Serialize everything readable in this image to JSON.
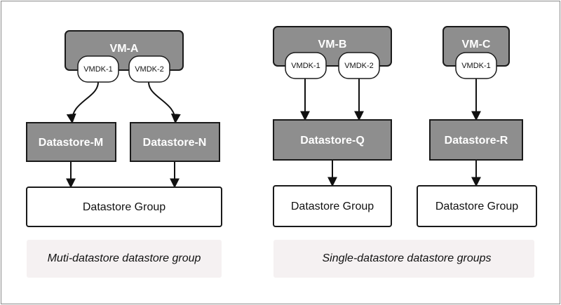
{
  "vms": [
    {
      "label": "VM-A",
      "disks": [
        "VMDK-1",
        "VMDK-2"
      ]
    },
    {
      "label": "VM-B",
      "disks": [
        "VMDK-1",
        "VMDK-2"
      ]
    },
    {
      "label": "VM-C",
      "disks": [
        "VMDK-1"
      ]
    }
  ],
  "datastores": [
    "Datastore-M",
    "Datastore-N",
    "Datastore-Q",
    "Datastore-R"
  ],
  "groups": [
    "Datastore Group",
    "Datastore Group",
    "Datastore Group"
  ],
  "captions": {
    "left": "Muti-datastore datastore group",
    "right": "Single-datastore datastore groups"
  }
}
